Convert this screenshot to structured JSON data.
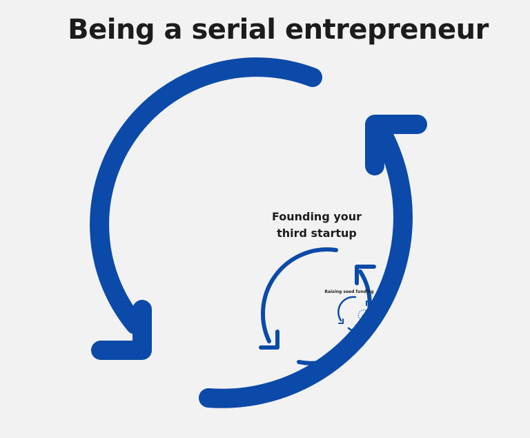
{
  "title": "Being a serial entrepreneur",
  "inner_label_line1": "Founding your",
  "inner_label_line2": "third startup",
  "small_label": "Raising seed funding",
  "colors": {
    "arrow": "#0b4aa8",
    "background": "#f2f2f3",
    "text": "#1c1c1c"
  }
}
